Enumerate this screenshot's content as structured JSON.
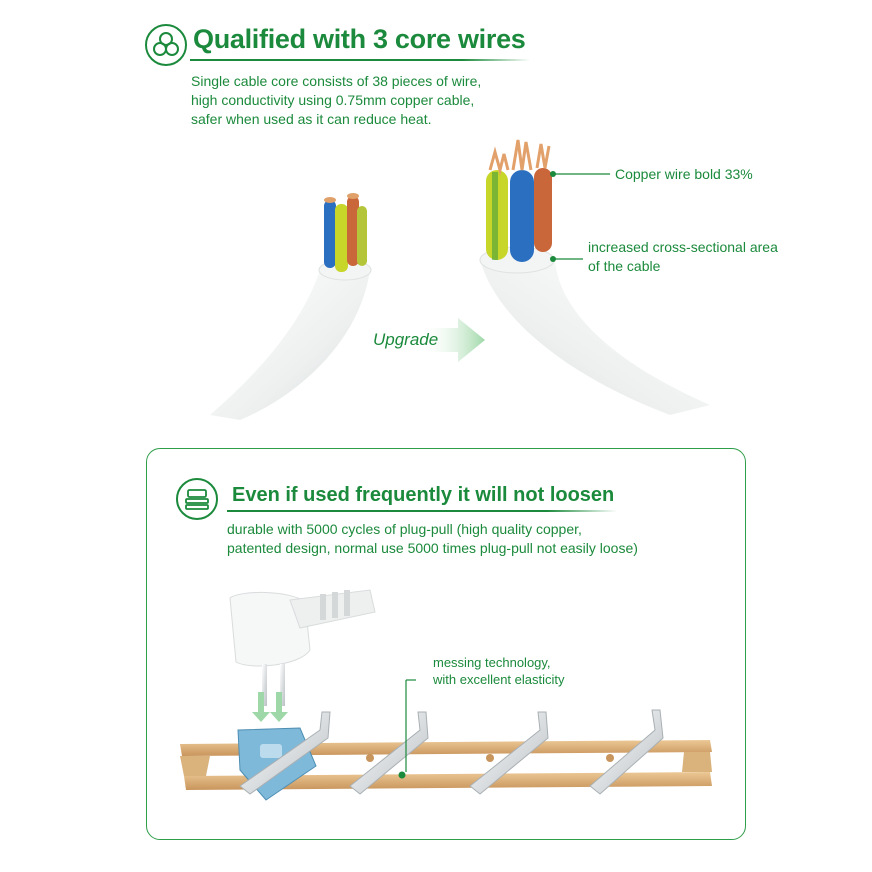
{
  "section1": {
    "icon": "three-cores-icon",
    "title": "Qualified with 3 core wires",
    "description": [
      "Single cable core consists of 38 pieces of wire,",
      "high conductivity using 0.75mm copper cable,",
      "safer when used as it can reduce heat."
    ],
    "upgrade_label": "Upgrade",
    "callouts": [
      "Copper wire bold 33%",
      "increased cross-sectional area",
      "of the cable"
    ]
  },
  "section2": {
    "icon": "socket-stack-icon",
    "title": "Even if used frequently it will not loosen",
    "description": [
      "durable with 5000 cycles of plug-pull (high quality copper,",
      "patented design, normal use 5000 times plug-pull not easily loose)"
    ],
    "tech_label": [
      "messing technology,",
      "with excellent elasticity"
    ]
  },
  "colors": {
    "brand_green": "#1b8a3c",
    "wire_blue": "#2a6fc0",
    "wire_yellow_green": "#c8d62a",
    "wire_brown": "#c9663a",
    "copper": "#e2a06a",
    "brass": "#d9b27c"
  }
}
